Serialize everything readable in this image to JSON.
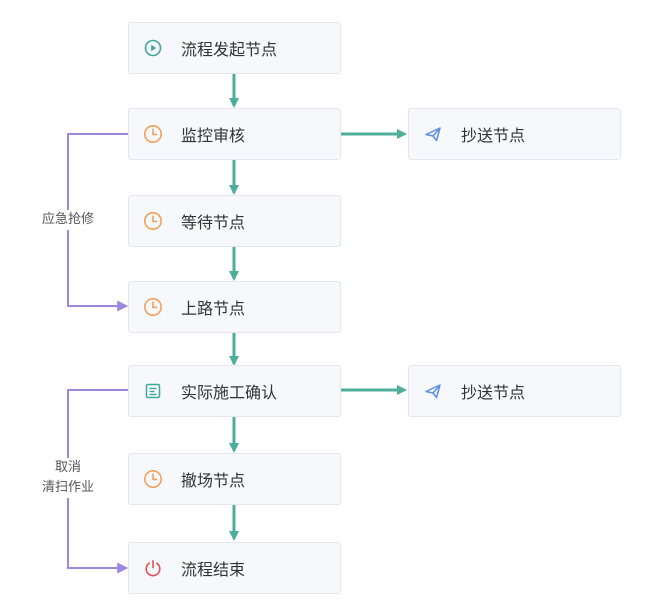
{
  "nodes": {
    "start": {
      "label": "流程发起节点",
      "icon": "play-circle-icon"
    },
    "monitor": {
      "label": "监控审核",
      "icon": "clock-icon"
    },
    "cc1": {
      "label": "抄送节点",
      "icon": "paper-plane-icon"
    },
    "wait": {
      "label": "等待节点",
      "icon": "clock-icon"
    },
    "onroad": {
      "label": "上路节点",
      "icon": "clock-icon"
    },
    "confirm": {
      "label": "实际施工确认",
      "icon": "form-icon"
    },
    "cc2": {
      "label": "抄送节点",
      "icon": "paper-plane-icon"
    },
    "withdraw": {
      "label": "撤场节点",
      "icon": "clock-icon"
    },
    "end": {
      "label": "流程结束",
      "icon": "power-icon"
    }
  },
  "edge_labels": {
    "emergency": "应急抢修",
    "cancel_line1": "取消",
    "cancel_line2": "清扫作业"
  },
  "colors": {
    "main_edge": "#4cae9b",
    "branch_edge": "#9d87e3",
    "clock_icon": "#f2a05e",
    "play_icon": "#3fa89b",
    "plane_icon": "#5b8fe8",
    "form_icon": "#3fa89b",
    "power_icon": "#e25252",
    "node_bg": "#f7f8fb",
    "node_border": "#e3e6ec"
  }
}
